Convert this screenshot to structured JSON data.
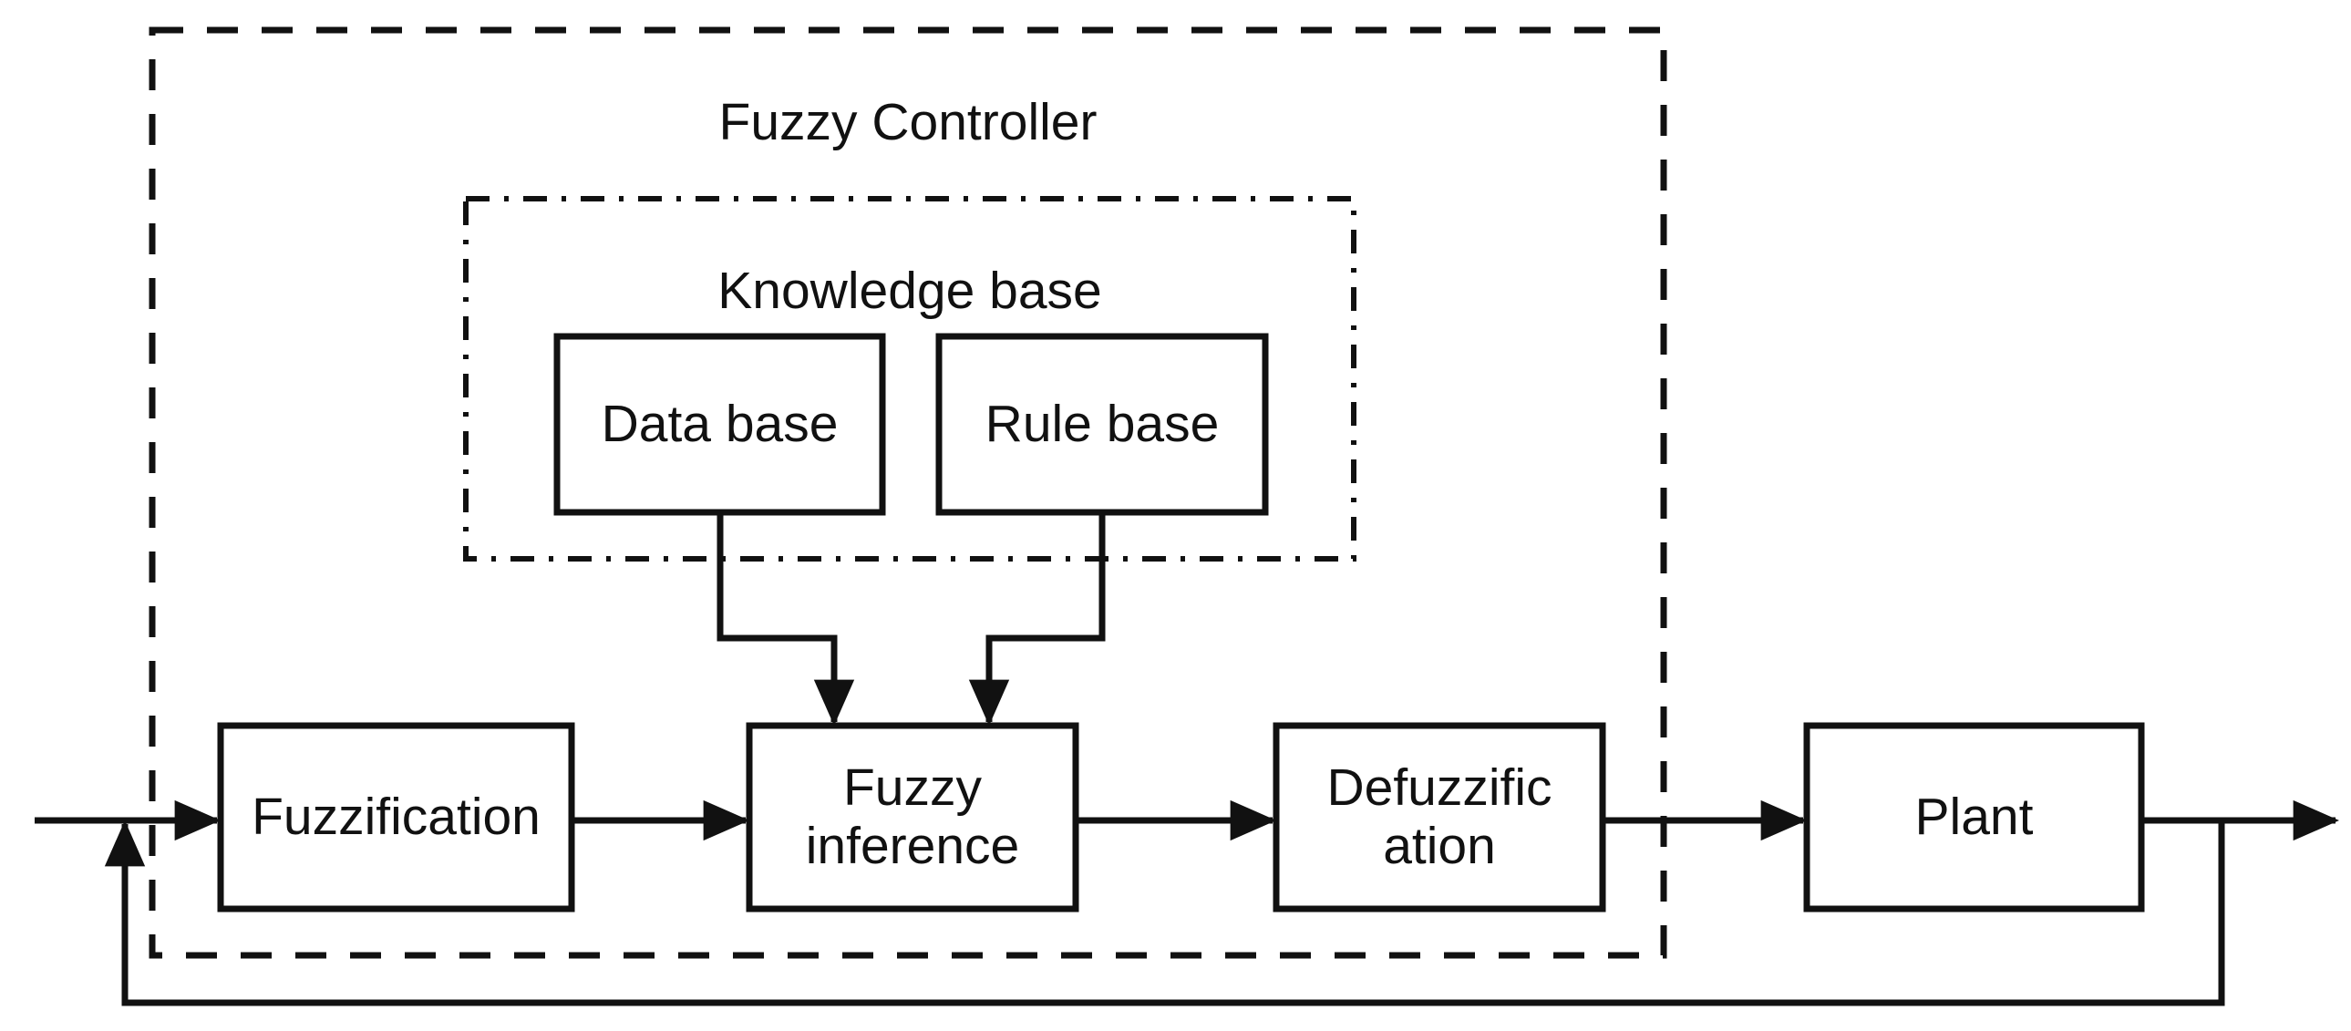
{
  "diagram": {
    "type": "block-diagram",
    "title_text": "Fuzzy Controller",
    "inner_group_title": "Knowledge base",
    "stroke_color": "#111111",
    "background_color": "#ffffff",
    "containers": [
      {
        "id": "fuzzy-controller",
        "label": "Fuzzy Controller",
        "border_style": "dashed"
      },
      {
        "id": "knowledge-base",
        "label": "Knowledge base",
        "border_style": "dash-dot"
      }
    ],
    "blocks": [
      {
        "id": "data-base",
        "label": "Data base"
      },
      {
        "id": "rule-base",
        "label": "Rule base"
      },
      {
        "id": "fuzzification",
        "label": "Fuzzification"
      },
      {
        "id": "fuzzy-inference",
        "label": "Fuzzy\ninference"
      },
      {
        "id": "defuzzification",
        "label": "Defuzzific\nation"
      },
      {
        "id": "plant",
        "label": "Plant"
      }
    ],
    "connections": [
      {
        "from": "input",
        "to": "fuzzification"
      },
      {
        "from": "fuzzification",
        "to": "fuzzy-inference"
      },
      {
        "from": "data-base",
        "to": "fuzzy-inference"
      },
      {
        "from": "rule-base",
        "to": "fuzzy-inference"
      },
      {
        "from": "fuzzy-inference",
        "to": "defuzzification"
      },
      {
        "from": "defuzzification",
        "to": "plant"
      },
      {
        "from": "plant",
        "to": "output"
      },
      {
        "from": "plant",
        "to": "fuzzification",
        "kind": "feedback"
      }
    ]
  }
}
